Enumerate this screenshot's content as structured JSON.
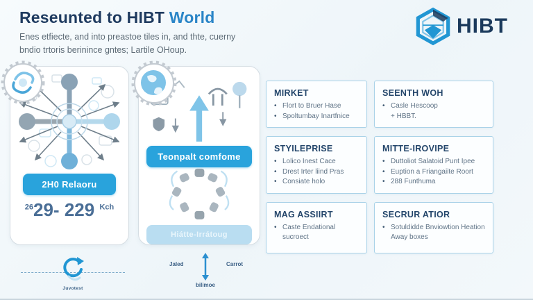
{
  "header": {
    "title_main": "Reseunted to HIBT ",
    "title_accent": "World",
    "subtitle_line1": "Enes etfiecte, and into preastoe tiles in, and thte, cuerny",
    "subtitle_line2": "bndio trtoris berinince gntes; Lartile OHoup.",
    "logo_text": "HIBT"
  },
  "colors": {
    "accent_blue": "#29a3dc",
    "title_navy": "#1e3a5f",
    "box_border": "#a9d2e8",
    "light_pill": "#b9ddf1"
  },
  "card1": {
    "button_label": "2H0 Relaoru",
    "range_prefix": "26",
    "range_main": "29- 229",
    "range_suffix": "Kch"
  },
  "card2": {
    "button_label": "Teonpalt comfome",
    "pill_label": "Hiátte-Irrátoug"
  },
  "footer": {
    "left_caption": "Juvotest",
    "mid_left_label": "Jaled",
    "mid_right_label": "Carrot",
    "mid_bottom_label": "bilimoe"
  },
  "info_boxes": [
    {
      "title": "MIRKET",
      "items": [
        {
          "b": 1,
          "t": "Flort to Bruer Hase"
        },
        {
          "b": 1,
          "t": "Spoltumbay Inartfnice"
        }
      ]
    },
    {
      "title": "SEENTH WOH",
      "items": [
        {
          "b": 1,
          "t": "Casle Hescoop"
        },
        {
          "b": 0,
          "t": "+ HBBT."
        }
      ]
    },
    {
      "title": "STYILEPRISE",
      "items": [
        {
          "b": 1,
          "t": "Lolico Inest Cace"
        },
        {
          "b": 1,
          "t": "Drest Irter liind Pras"
        },
        {
          "b": 1,
          "t": "Consiate holo"
        }
      ]
    },
    {
      "title": "MITTE-IROVIPE",
      "items": [
        {
          "b": 1,
          "t": "Duttoliot Salatoid Punt Ipee"
        },
        {
          "b": 1,
          "t": "Euption a Friangaiite Roort"
        },
        {
          "b": 1,
          "t": "288 Funthuma"
        }
      ]
    },
    {
      "title": "MAG ASSIIRT",
      "items": [
        {
          "b": 1,
          "t": "Caste Endational sucroect"
        }
      ]
    },
    {
      "title": "SECRUR ATIOR",
      "items": [
        {
          "b": 1,
          "t": "Sotuldidde Bnviowtion Heation Away boxes"
        }
      ]
    }
  ]
}
